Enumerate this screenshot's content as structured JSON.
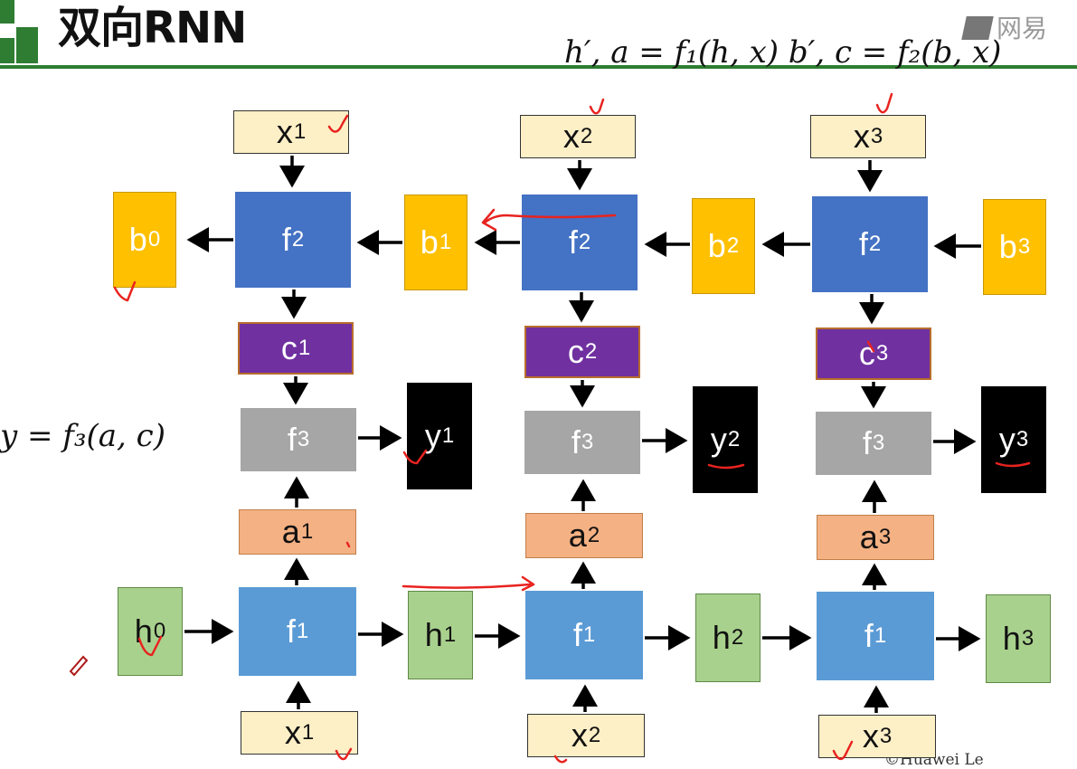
{
  "header": {
    "title": "双向RNN",
    "formula": "h′, a = f₁(h, x)   b′, c = f₂(b, x)",
    "watermark": "网易"
  },
  "side_formula": "y = f₃(a, c)",
  "footer": {
    "copyright": "©Huawei Le"
  },
  "colors": {
    "title_rule": "#2e7d32",
    "x_box": "#fdefc6",
    "f2_box": "#4472c4",
    "b_box": "#ffc000",
    "c_box": "#7030a0",
    "f3_box": "#a6a6a6",
    "y_box": "#000000",
    "a_box": "#f4b183",
    "f1_box": "#5b9bd5",
    "h_box": "#a9d18e",
    "annotation": "#e8231f"
  },
  "diagram": {
    "top_inputs": [
      {
        "base": "x",
        "sub": "1"
      },
      {
        "base": "x",
        "sub": "2"
      },
      {
        "base": "x",
        "sub": "3"
      }
    ],
    "f2_cells": [
      {
        "base": "f",
        "sub": "2"
      },
      {
        "base": "f",
        "sub": "2"
      },
      {
        "base": "f",
        "sub": "2"
      }
    ],
    "backward_states": [
      {
        "base": "b",
        "sub": "0"
      },
      {
        "base": "b",
        "sub": "1"
      },
      {
        "base": "b",
        "sub": "2"
      },
      {
        "base": "b",
        "sub": "3"
      }
    ],
    "c_outputs": [
      {
        "base": "c",
        "sub": "1"
      },
      {
        "base": "c",
        "sub": "2"
      },
      {
        "base": "c",
        "sub": "3"
      }
    ],
    "f3_cells": [
      {
        "base": "f",
        "sub": "3"
      },
      {
        "base": "f",
        "sub": "3"
      },
      {
        "base": "f",
        "sub": "3"
      }
    ],
    "y_outputs": [
      {
        "base": "y",
        "sub": "1"
      },
      {
        "base": "y",
        "sub": "2"
      },
      {
        "base": "y",
        "sub": "3"
      }
    ],
    "a_outputs": [
      {
        "base": "a",
        "sub": "1"
      },
      {
        "base": "a",
        "sub": "2"
      },
      {
        "base": "a",
        "sub": "3"
      }
    ],
    "f1_cells": [
      {
        "base": "f",
        "sub": "1"
      },
      {
        "base": "f",
        "sub": "1"
      },
      {
        "base": "f",
        "sub": "1"
      }
    ],
    "forward_states": [
      {
        "base": "h",
        "sub": "0"
      },
      {
        "base": "h",
        "sub": "1"
      },
      {
        "base": "h",
        "sub": "2"
      },
      {
        "base": "h",
        "sub": "3"
      }
    ],
    "bottom_inputs": [
      {
        "base": "x",
        "sub": "1"
      },
      {
        "base": "x",
        "sub": "2"
      },
      {
        "base": "x",
        "sub": "3"
      }
    ]
  }
}
